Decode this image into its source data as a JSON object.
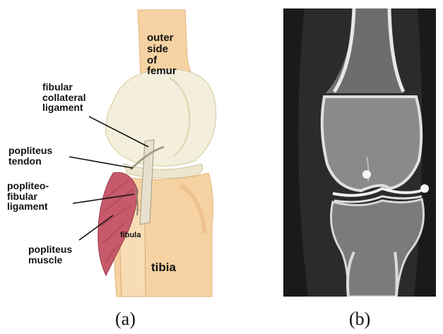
{
  "panel_a": {
    "labels": {
      "femur": "outer\nside\nof\nfemur",
      "fibular_collateral_ligament": "fibular\ncollateral\nligament",
      "popliteus_tendon": "popliteus\ntendon",
      "popliteofibular_ligament": "popliteo-\nfibular\nligament",
      "popliteus_muscle": "popliteus\nmuscle",
      "fibula": "fibula",
      "tibia": "tibia"
    },
    "caption": "(a)"
  },
  "panel_b": {
    "caption": "(b)"
  },
  "colors": {
    "bone": "#f6d2a2",
    "bone_shadow": "#e9b880",
    "condyle": "#f1ecd9",
    "ligament": "#e6e0cc",
    "muscle": "#c65a6b",
    "xray_bg": "#000000",
    "xray_bone": "#c8c8c8"
  }
}
